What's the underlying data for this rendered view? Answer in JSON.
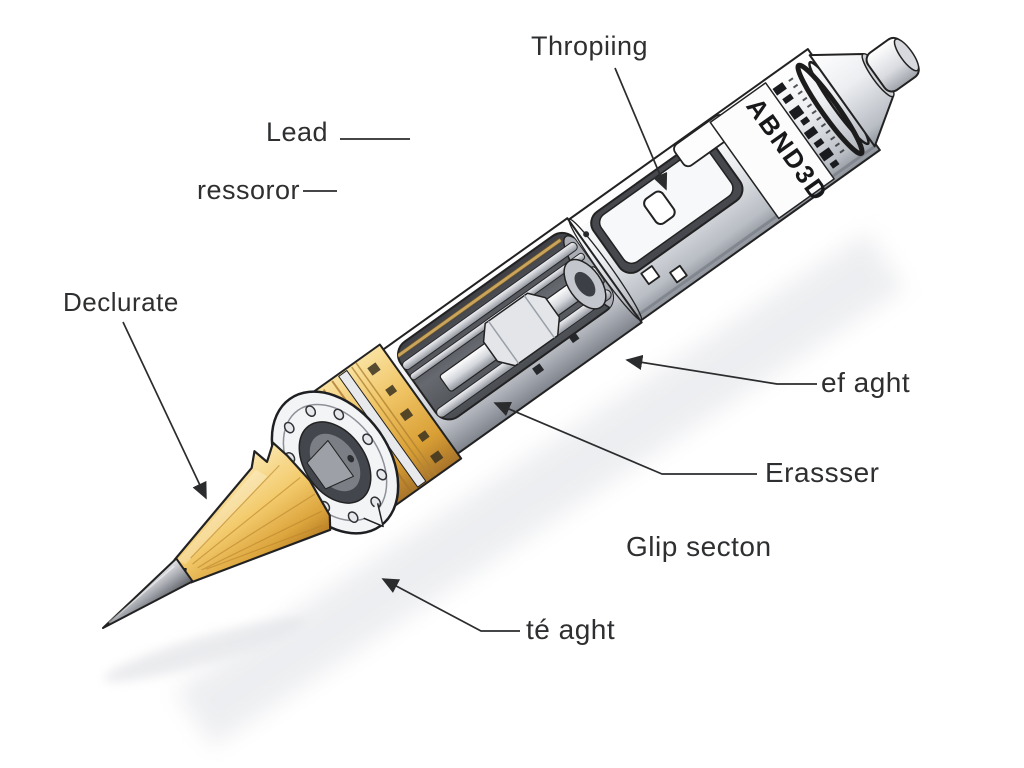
{
  "diagram": {
    "background": "#ffffff",
    "ink_color": "#2b2c2e",
    "labels": {
      "thropiing": "Thropiing",
      "lead": "Lead",
      "ressoror": "ressoror",
      "declurate": "Declurate",
      "ef_aght": "ef aght",
      "erassser": "Erassser",
      "glip_secton": "Glip secton",
      "te_aght": "té aght"
    },
    "barrel_text": "ABND3D",
    "colors": {
      "gold": "#eebc55",
      "gold_dark": "#c08a30",
      "wood": "#f2c868",
      "graphite": "#8d9097",
      "metal_light": "#f2f3f5",
      "metal_dark": "#83878f",
      "interior": "#53565c",
      "brass": "#c9a45c",
      "outline": "#222222",
      "shadow": "#ebecef"
    }
  }
}
